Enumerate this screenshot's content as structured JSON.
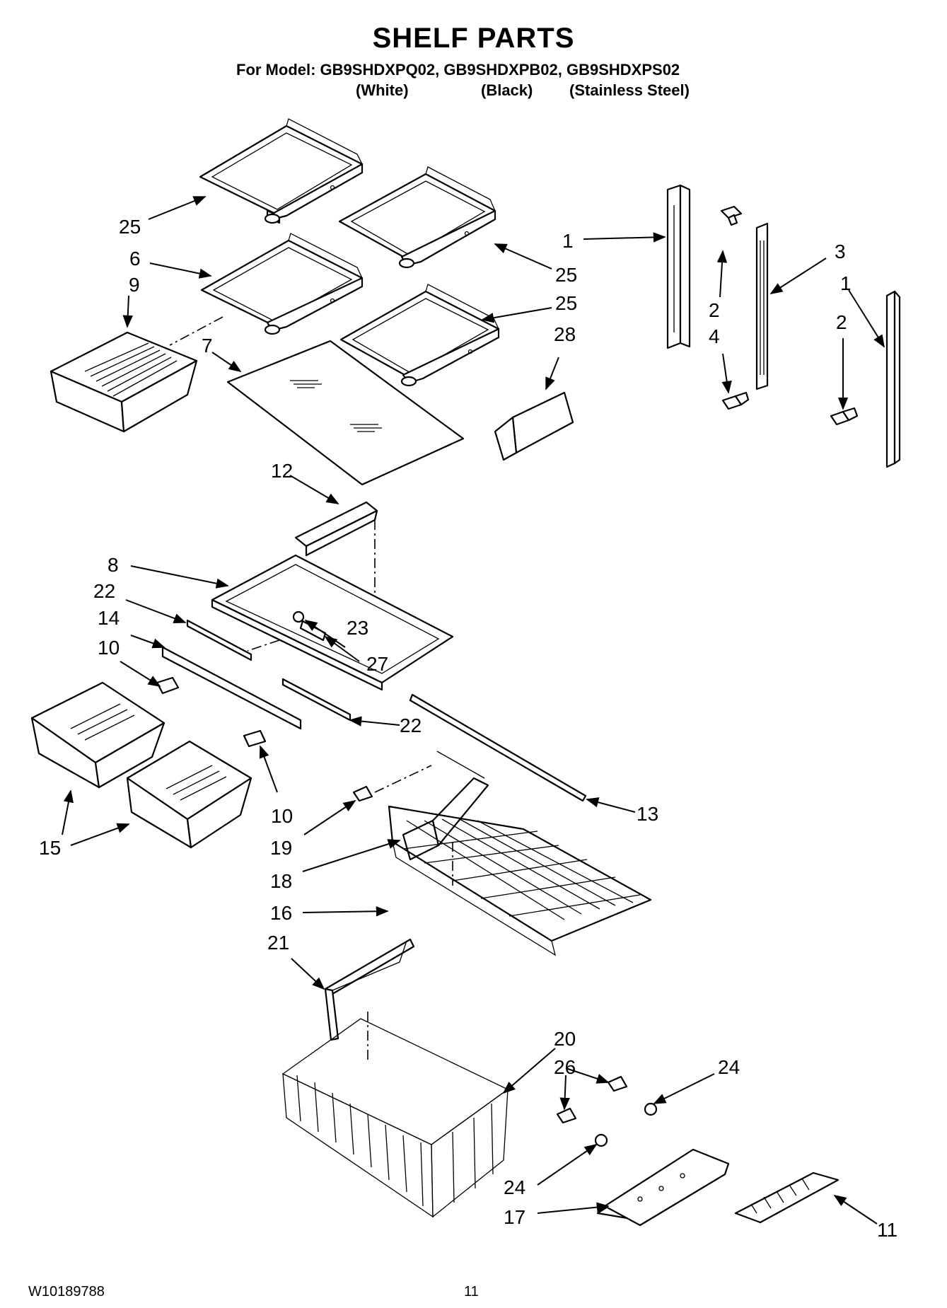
{
  "header": {
    "title": "SHELF PARTS",
    "models_line": "For Model: GB9SHDXPQ02, GB9SHDXPB02, GB9SHDXPS02",
    "variants": [
      "(White)",
      "(Black)",
      "(Stainless Steel)"
    ]
  },
  "footer": {
    "doc_number": "W10189788",
    "page_number": "11"
  },
  "callouts": {
    "c1a": "1",
    "c1b": "1",
    "c2a": "2",
    "c2b": "2",
    "c3": "3",
    "c4": "4",
    "c6": "6",
    "c7": "7",
    "c8": "8",
    "c9": "9",
    "c10a": "10",
    "c10b": "10",
    "c11": "11",
    "c12": "12",
    "c13": "13",
    "c14": "14",
    "c15": "15",
    "c16": "16",
    "c17": "17",
    "c18": "18",
    "c19": "19",
    "c20": "20",
    "c21": "21",
    "c22a": "22",
    "c22b": "22",
    "c23": "23",
    "c24a": "24",
    "c24b": "24",
    "c25a": "25",
    "c25b": "25",
    "c25c": "25",
    "c26": "26",
    "c27": "27",
    "c28": "28"
  }
}
